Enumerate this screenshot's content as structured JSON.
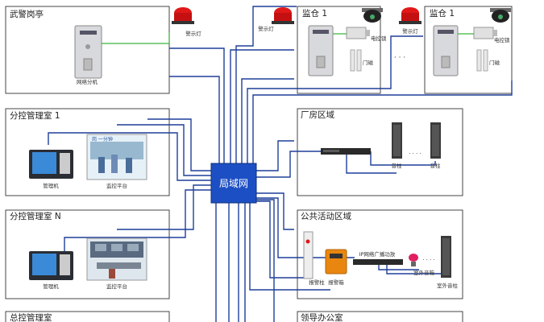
{
  "regions": {
    "guard_post": {
      "title": "武警岗亭",
      "device_label": "网络分机",
      "lamp_label": "警示灯"
    },
    "control_room_1": {
      "title": "分控管理室 1",
      "manager_label": "管理机",
      "monitor_label": "监控平台",
      "photo_banner": "岗 一分钟"
    },
    "control_room_n": {
      "title": "分控管理室 N",
      "manager_label": "管理机",
      "monitor_label": "监控平台"
    },
    "master_control": {
      "title": "总控管理室"
    },
    "warehouse_a": {
      "title": "监仓 1",
      "lamp_label": "警示灯",
      "lock_label": "电控锁",
      "door_label": "门磁"
    },
    "warehouse_b": {
      "title": "监仓 1",
      "lamp_label": "警示灯",
      "lock_label": "电控锁",
      "door_label": "门磁"
    },
    "ellipsis": "· · ·",
    "plant_area": {
      "title": "厂房区域",
      "speaker_left_label": "音柱",
      "speaker_right_label": "音柱",
      "ellipsis": "· · · ·"
    },
    "public_area": {
      "title": "公共活动区域",
      "pillar_label": "报警柱",
      "box_label": "报警箱",
      "amp_label": "IP网络广播功放",
      "outdoor_speaker_label": "室外音箱",
      "outdoor_column_label": "室外音柱",
      "ellipsis": "· · · ·"
    },
    "leader_office": {
      "title": "领导办公室"
    }
  },
  "hub": {
    "label": "局域网"
  },
  "colors": {
    "network_line": "#1f3f9a",
    "hub_fill": "#1d4fc4",
    "signal_line": "#3cb43c",
    "lamp_red": "#e01818"
  }
}
